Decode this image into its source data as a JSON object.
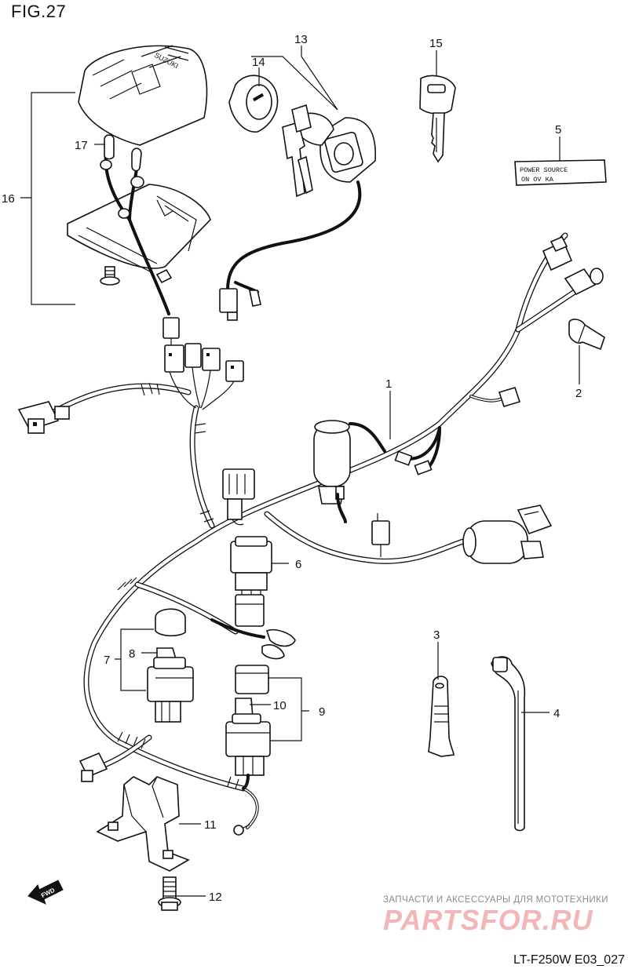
{
  "figure": {
    "title": "FIG.27",
    "code": "LT-F250W E03_027"
  },
  "watermark": {
    "subtitle": "ЗАПЧАСТИ И АКСЕССУАРЫ ДЛЯ МОТОТЕХНИКИ",
    "brand": "PARTSFOR.RU"
  },
  "sticker": {
    "line1": "POWER SOURCE",
    "line2": "ON OV KA"
  },
  "forward_label": "FWD",
  "callouts": {
    "c1": "1",
    "c2": "2",
    "c3": "3",
    "c4": "4",
    "c5": "5",
    "c6": "6",
    "c7": "7",
    "c8": "8",
    "c9": "9",
    "c10": "10",
    "c11": "11",
    "c12": "12",
    "c13": "13",
    "c14": "14",
    "c15": "15",
    "c16": "16",
    "c17": "17"
  }
}
